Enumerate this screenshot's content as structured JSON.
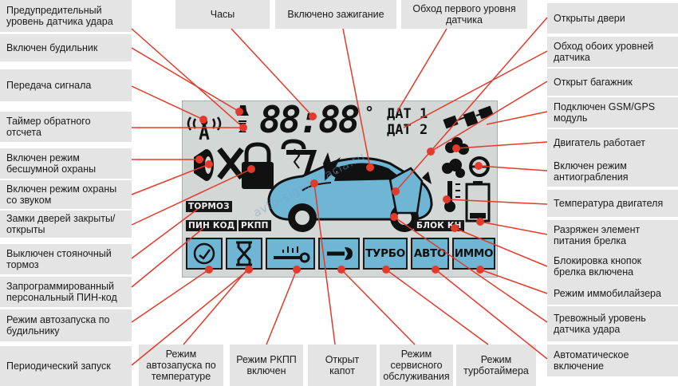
{
  "panel": {
    "clock_digits": "88:88",
    "degree_mark": "°",
    "sensor_1": "ДАТ 1",
    "sensor_2": "ДАТ 2",
    "brake_tag": "ТОРМОЗ",
    "pin_tag": "ПИН КОД",
    "gear_tag": "РКПП",
    "lock_tag": "БЛОК КН",
    "bottom_buttons": [
      "ТУРБО",
      "АВТО",
      "ИММО"
    ]
  },
  "watermark": "avto-signalizacia.ru",
  "labels_left": [
    "Предупредительный уровень датчика удара",
    "Включен будильник",
    "Передача сигнала",
    "Таймер обратного отсчета",
    "Включен режим бесшумной охраны",
    "Включен режим охраны со звуком",
    "Замки дверей закрыты/открыты",
    "Выключен стояночный тормоз",
    "Запрограммированный персональный ПИН-код",
    "Режим автозапуска по будильнику",
    "Периодический запуск"
  ],
  "labels_top": [
    "Часы",
    "Включено зажигание",
    "Обход первого уровня датчика"
  ],
  "labels_right": [
    "Открыты двери",
    "Обход обоих уровней датчика",
    "Открыт багажник",
    "Подключен GSM/GPS модуль",
    "Двигатель работает",
    "Включен режим антиограбления",
    "Температура двигателя",
    "Разряжен элемент питания брелка",
    "Блокировка кнопок брелка включена",
    "Режим иммобилайзера",
    "Тревожный уровень датчика удара",
    "Автоматическое включение"
  ],
  "labels_bottom": [
    "Режим автозапуска по температуре",
    "Режим РКПП включен",
    "Открыт капот",
    "Режим сервисного обслуживания",
    "Режим турботаймера"
  ],
  "colors": {
    "leader": "#e23a2b",
    "dot": "#e23a2b",
    "label_bg": "#e4e4e4",
    "lcd_bg": "#d3d7d6",
    "lcd_accent": "#6fb6d4"
  }
}
